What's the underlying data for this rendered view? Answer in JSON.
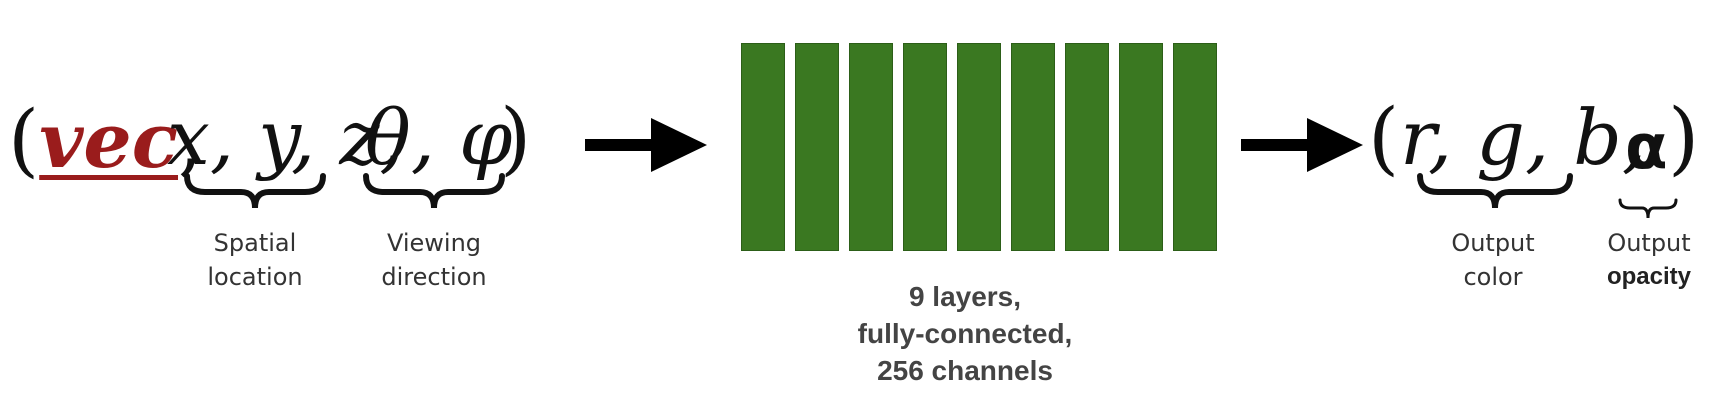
{
  "input": {
    "open_paren": "(",
    "vec": "vec",
    "sep1": ",",
    "coords": "x, y, z,",
    "angles": "θ, φ",
    "close_paren": ")"
  },
  "input_labels": {
    "spatial_line1": "Spatial",
    "spatial_line2": "location",
    "viewing_line1": "Viewing",
    "viewing_line2": "direction"
  },
  "network": {
    "layer_count": 9,
    "caption_line1": "9 layers,",
    "caption_line2": "fully-connected,",
    "caption_line3": "256 channels",
    "layer_color": "#3a7821"
  },
  "output": {
    "open_paren": "(",
    "rgb": "r, g, b,",
    "alpha": "α",
    "close_paren": ")"
  },
  "output_labels": {
    "color_line1": "Output",
    "color_line2": "color",
    "opacity_line1": "Output",
    "opacity_line2": "opacity"
  },
  "colors": {
    "vec": "#9a1c1c",
    "arrow": "#000000",
    "text": "#111111"
  }
}
